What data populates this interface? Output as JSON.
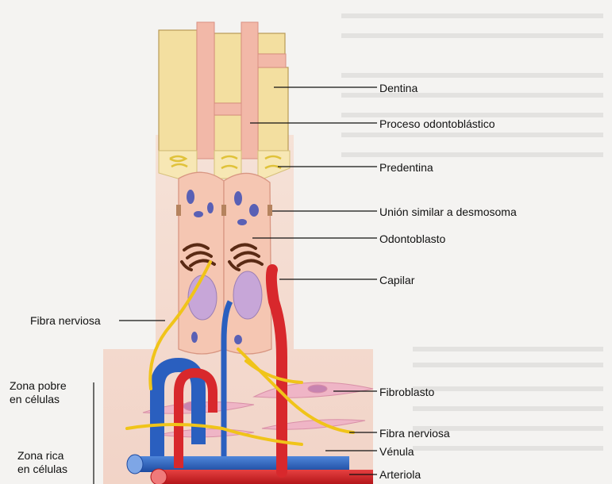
{
  "labels": {
    "dentina": "Dentina",
    "proceso": "Proceso odontoblástico",
    "predentina": "Predentina",
    "union": "Unión similar a desmosoma",
    "odontoblasto": "Odontoblasto",
    "capilar": "Capilar",
    "fibra_nerviosa_left": "Fibra nerviosa",
    "zona_pobre": "Zona pobre\nen células",
    "zona_rica": "Zona rica\nen células",
    "fibroblasto": "Fibroblasto",
    "fibra_nerviosa_right": "Fibra nerviosa",
    "venula": "Vénula",
    "arteriola": "Arteriola"
  },
  "colors": {
    "dentin": "#f3dfa0",
    "process": "#f2b8a8",
    "cell": "#f5c6b2",
    "nucleus": "#c7a6d8",
    "capillary": "#d8282c",
    "venule": "#2a5fbf",
    "nerve": "#f0c419",
    "golgi": "#5a2a14"
  }
}
